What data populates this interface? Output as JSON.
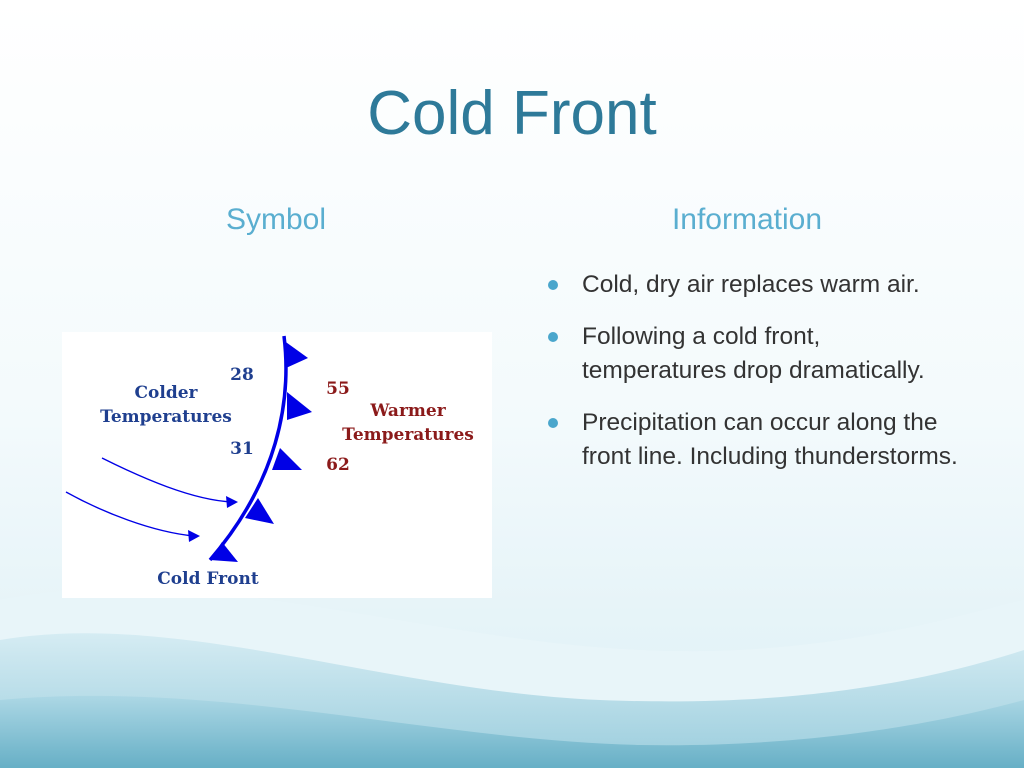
{
  "slide": {
    "title": "Cold Front",
    "columns": {
      "left_heading": "Symbol",
      "right_heading": "Information"
    }
  },
  "figure": {
    "labels": {
      "colder_line1": "Colder",
      "colder_line2": "Temperatures",
      "warmer_line1": "Warmer",
      "warmer_line2": "Temperatures",
      "front": "Cold Front"
    },
    "temperatures": {
      "cold_upper": "28",
      "cold_lower": "31",
      "warm_upper": "55",
      "warm_lower": "62"
    }
  },
  "bullets": [
    "Cold, dry air replaces warm air.",
    "Following a cold front, temperatures drop dramatically.",
    "Precipitation can occur along the front line.  Including thunderstorms."
  ],
  "colors": {
    "title": "#2e7a99",
    "heading": "#5aaed0",
    "bullet": "#4aa6cc",
    "front_blue": "#0000e6",
    "warm_label": "#8b1a1a",
    "cold_label": "#1f3f8f"
  }
}
